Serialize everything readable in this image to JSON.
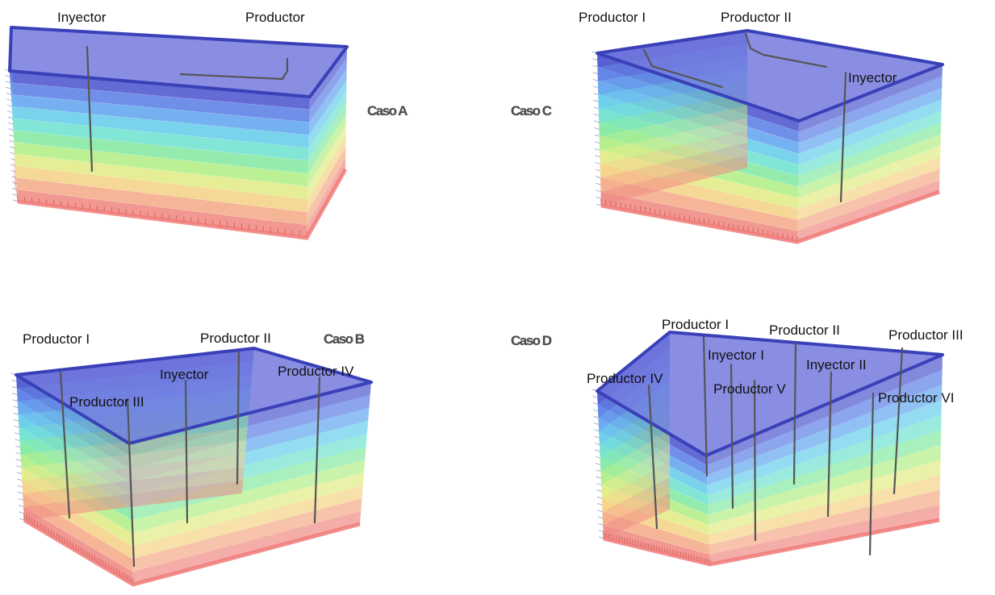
{
  "colors": {
    "layers": [
      "#4f57cf",
      "#5b7fe6",
      "#62a6ef",
      "#67cdeb",
      "#6fe2cf",
      "#84e9a2",
      "#b2ee86",
      "#e1ec86",
      "#f4d386",
      "#f4ab88",
      "#f08a84"
    ],
    "top_face": "#5c63d8",
    "top_edge": "#3a40b8",
    "base": "#f07a78",
    "well": "#555555"
  },
  "cases": [
    {
      "id": "A",
      "label": "Caso A",
      "wells": [
        {
          "label": "Inyector",
          "type": "vertical"
        },
        {
          "label": "Productor",
          "type": "horizontal"
        }
      ]
    },
    {
      "id": "B",
      "label": "Caso B",
      "wells": [
        {
          "label": "Productor I",
          "type": "vertical"
        },
        {
          "label": "Productor II",
          "type": "vertical"
        },
        {
          "label": "Inyector",
          "type": "vertical"
        },
        {
          "label": "Productor III",
          "type": "vertical"
        },
        {
          "label": "Productor IV",
          "type": "vertical"
        }
      ]
    },
    {
      "id": "C",
      "label": "Caso C",
      "wells": [
        {
          "label": "Productor I",
          "type": "horizontal"
        },
        {
          "label": "Productor II",
          "type": "horizontal"
        },
        {
          "label": "Inyector",
          "type": "vertical"
        }
      ]
    },
    {
      "id": "D",
      "label": "Caso D",
      "wells": [
        {
          "label": "Productor I",
          "type": "vertical"
        },
        {
          "label": "Productor II",
          "type": "vertical"
        },
        {
          "label": "Productor III",
          "type": "vertical"
        },
        {
          "label": "Inyector I",
          "type": "vertical"
        },
        {
          "label": "Inyector II",
          "type": "vertical"
        },
        {
          "label": "Productor IV",
          "type": "vertical"
        },
        {
          "label": "Productor V",
          "type": "vertical"
        },
        {
          "label": "Productor VI",
          "type": "vertical"
        }
      ]
    }
  ]
}
